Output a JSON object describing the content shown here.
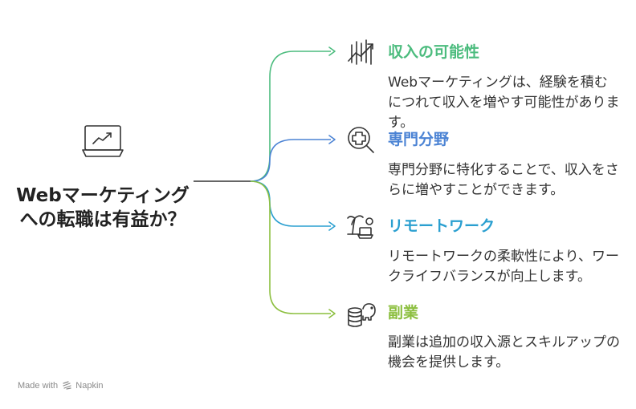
{
  "hub": {
    "title": "Webマーケティングへの転職は有益か？",
    "icon": "laptop-chart-icon"
  },
  "branches": [
    {
      "title": "収入の可能性",
      "text": "Webマーケティングは、経験を積むにつれて収入を増やす可能性があります。",
      "color": "#4cbc7e",
      "icon": "growth-chart-icon"
    },
    {
      "title": "専門分野",
      "text": "専門分野に特化することで、収入をさらに増やすことができます。",
      "color": "#4b83d4",
      "icon": "magnifier-plus-icon"
    },
    {
      "title": "リモートワーク",
      "text": "リモートワークの柔軟性により、ワークライフバランスが向上します。",
      "color": "#2a9fd0",
      "icon": "beach-laptop-icon"
    },
    {
      "title": "副業",
      "text": "副業は追加の収入源とスキルアップの機会を提供します。",
      "color": "#8cbf3f",
      "icon": "piggy-bank-coins-icon"
    }
  ],
  "footer": {
    "prefix": "Made with",
    "brand": "Napkin"
  }
}
